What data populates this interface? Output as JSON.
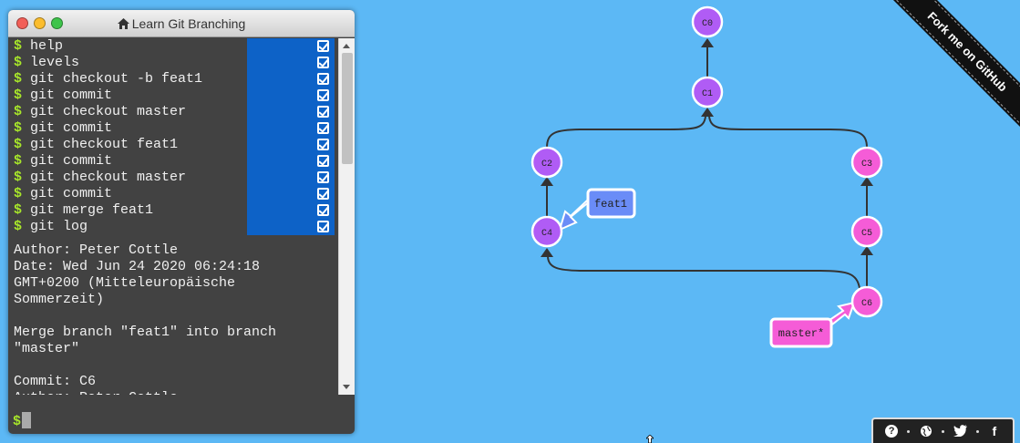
{
  "window": {
    "title": "Learn Git Branching"
  },
  "commands": [
    "help",
    "levels",
    "git checkout -b feat1",
    "git commit",
    "git checkout master",
    "git commit",
    "git checkout feat1",
    "git commit",
    "git checkout master",
    "git commit",
    "git merge feat1",
    "git log"
  ],
  "prompt_symbol": "$",
  "log_output": [
    "Author: Peter Cottle",
    "Date: Wed Jun 24 2020 06:24:18",
    "GMT+0200 (Mitteleuropäische",
    "Sommerzeit)",
    "",
    "Merge branch \"feat1\" into branch",
    "\"master\"",
    "",
    "Commit: C6",
    "Author: Peter Cottle"
  ],
  "graph": {
    "commits": [
      "C0",
      "C1",
      "C2",
      "C3",
      "C4",
      "C5",
      "C6"
    ],
    "branches": {
      "feat1": "feat1",
      "master": "master*"
    }
  },
  "ribbon": {
    "text": "Fork me on GitHub"
  },
  "bottom_bar": {
    "icons": [
      "help-icon",
      "globe-icon",
      "twitter-icon",
      "facebook-icon"
    ],
    "help_glyph": "?",
    "facebook_glyph": "f"
  },
  "colors": {
    "background": "#5cb8f5",
    "commit_purple": "#b05cf5",
    "commit_pink": "#f55cd7",
    "branch_feat1": "#6a8cf7",
    "branch_master": "#f55cd7",
    "check_cell": "#0d62c7"
  }
}
